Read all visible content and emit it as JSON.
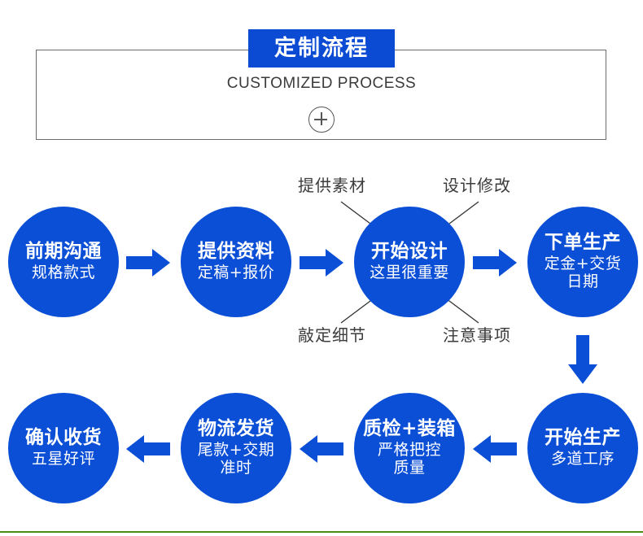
{
  "header": {
    "banner_title": "定制流程",
    "subtitle": "CUSTOMIZED PROCESS",
    "plus_icon": "plus-circle-icon",
    "box_border_color": "#6b6b6b",
    "banner_color": "#0b4bd4"
  },
  "colors": {
    "node_blue": "#0b4fd6",
    "arrow_blue": "#0b4fd6",
    "banner_blue": "#0b4bd4",
    "label_gray": "#3b3b3b",
    "bottom_rule_green": "#4d8c0c"
  },
  "flow": {
    "row1": [
      {
        "title": "前期沟通",
        "subtitle": "规格款式"
      },
      {
        "title": "提供资料",
        "subtitle": "定稿+报价"
      },
      {
        "title": "开始设计",
        "subtitle": "这里很重要"
      },
      {
        "title": "下单生产",
        "subtitle": "定金+交货\n日期"
      }
    ],
    "row2": [
      {
        "title": "确认收货",
        "subtitle": "五星好评"
      },
      {
        "title": "物流发货",
        "subtitle": "尾款+交期\n准时"
      },
      {
        "title": "质检+装箱",
        "subtitle": "严格把控\n质量"
      },
      {
        "title": "开始生产",
        "subtitle": "多道工序"
      }
    ],
    "satellites": [
      {
        "label": "提供素材",
        "position": "top-left"
      },
      {
        "label": "设计修改",
        "position": "top-right"
      },
      {
        "label": "敲定细节",
        "position": "bottom-left"
      },
      {
        "label": "注意事项",
        "position": "bottom-right"
      }
    ],
    "connectors": [
      {
        "name": "arrow-r1-1",
        "direction": "right"
      },
      {
        "name": "arrow-r1-2",
        "direction": "right"
      },
      {
        "name": "arrow-r1-3",
        "direction": "right"
      },
      {
        "name": "arrow-down",
        "direction": "down"
      },
      {
        "name": "arrow-r2-1",
        "direction": "left"
      },
      {
        "name": "arrow-r2-2",
        "direction": "left"
      },
      {
        "name": "arrow-r2-3",
        "direction": "left"
      }
    ]
  }
}
